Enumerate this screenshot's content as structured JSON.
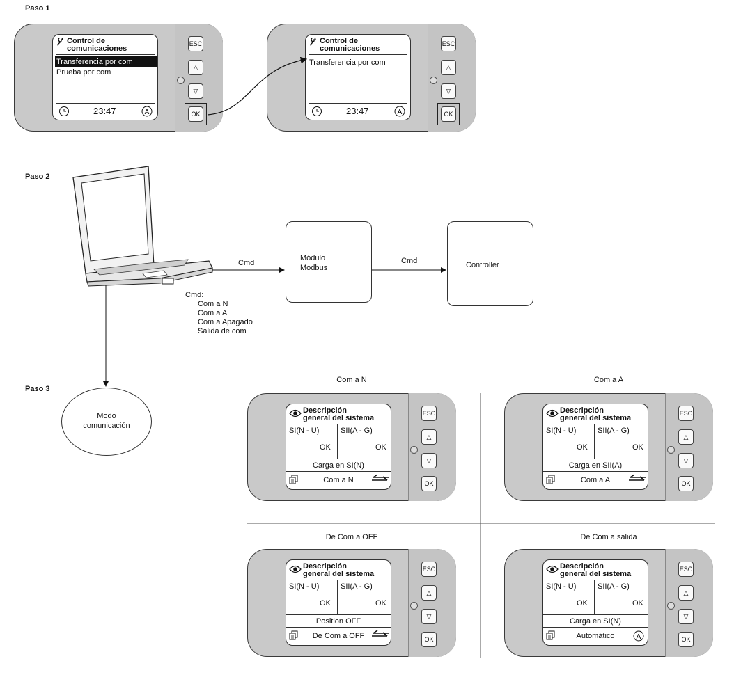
{
  "steps": {
    "paso1": "Paso 1",
    "paso2": "Paso 2",
    "paso3": "Paso 3"
  },
  "step1": {
    "screen_a": {
      "title_line1": "Control de",
      "title_line2": "comunicaciones",
      "items": [
        "Transferencia por com",
        "Prueba por com"
      ],
      "selected_index": 0,
      "time": "23:47"
    },
    "screen_b": {
      "title_line1": "Control de",
      "title_line2": "comunicaciones",
      "items": [
        "Transferencia por com"
      ],
      "time": "23:47"
    }
  },
  "buttons": {
    "esc": "ESC",
    "ok": "OK"
  },
  "step2": {
    "cmd_left": "Cmd",
    "cmd_right": "Cmd",
    "module_line1": "Módulo",
    "module_line2": "Modbus",
    "controller": "Controller",
    "cmd_list_title": "Cmd:",
    "cmd_list": [
      "Com a N",
      "Com a A",
      "Com a Apagado",
      "Salida de com"
    ],
    "mode_line1": "Modo",
    "mode_line2": "comunicación"
  },
  "step3": {
    "panels": [
      {
        "caption": "Com a N",
        "title1": "Descripción",
        "title2": "general del sistema",
        "si": "SI(N - U)",
        "sii": "SII(A - G)",
        "si_state": "OK",
        "sii_state": "OK",
        "status": "Carga en SI(N)",
        "mode": "Com a N",
        "mode_icon": "transfer-arrows-icon"
      },
      {
        "caption": "Com a A",
        "title1": "Descripción",
        "title2": "general del sistema",
        "si": "SI(N - U)",
        "sii": "SII(A - G)",
        "si_state": "OK",
        "sii_state": "OK",
        "status": "Carga en SII(A)",
        "mode": "Com a A",
        "mode_icon": "transfer-arrows-icon"
      },
      {
        "caption": "De Com a OFF",
        "title1": "Descripción",
        "title2": "general del sistema",
        "si": "SI(N - U)",
        "sii": "SII(A - G)",
        "si_state": "OK",
        "sii_state": "OK",
        "status": "Position OFF",
        "mode": "De Com a OFF",
        "mode_icon": "transfer-arrows-icon"
      },
      {
        "caption": "De Com a salida",
        "title1": "Descripción",
        "title2": "general del sistema",
        "si": "SI(N - U)",
        "sii": "SII(A - G)",
        "si_state": "OK",
        "sii_state": "OK",
        "status": "Carga en SI(N)",
        "mode": "Automático",
        "mode_icon": "auto-mode-icon"
      }
    ]
  }
}
